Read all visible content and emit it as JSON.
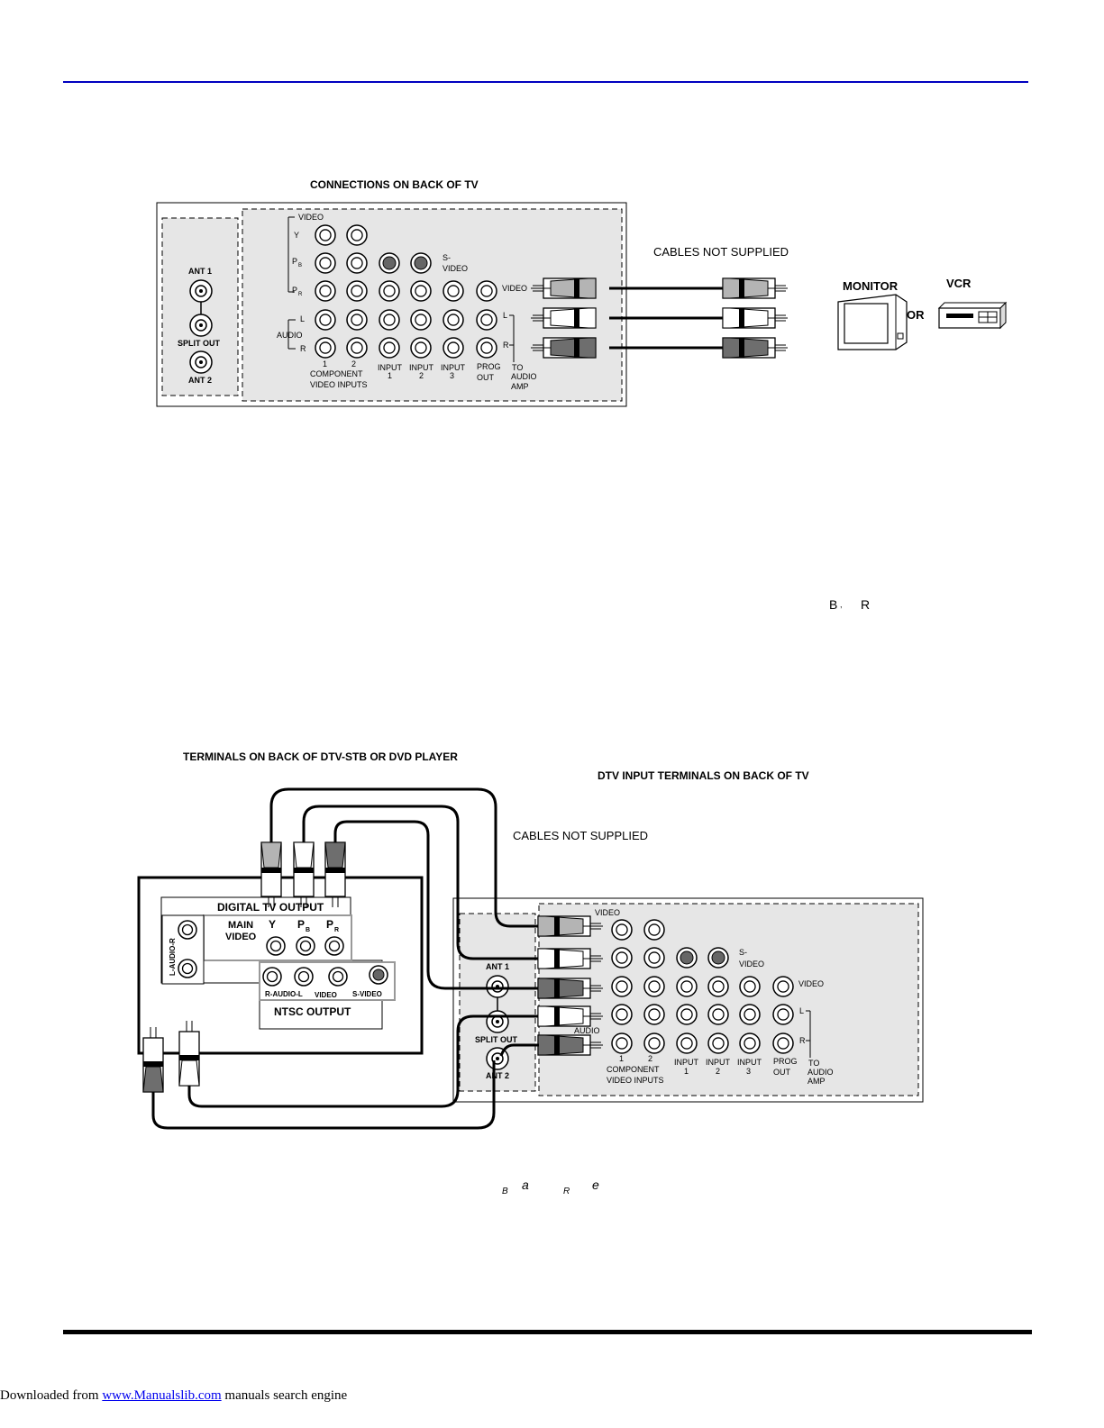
{
  "figure1": {
    "title": "CONNECTIONS ON BACK OF TV",
    "cables_note": "CABLES NOT SUPPLIED",
    "monitor": "MONITOR",
    "or": "OR",
    "vcr": "VCR",
    "tv_panel": {
      "ant1": "ANT 1",
      "split_out": "SPLIT OUT",
      "ant2": "ANT 2",
      "video": "VIDEO",
      "y": "Y",
      "pb": "P",
      "pb_sub": "B",
      "pr": "P",
      "pr_sub": "R",
      "l": "L",
      "audio": "AUDIO",
      "r": "R",
      "svideo_1": "S-",
      "svideo_2": "VIDEO",
      "video_right": "VIDEO",
      "l_right": "L",
      "r_right": "R",
      "col1": "1",
      "col2": "2",
      "component": "COMPONENT",
      "video_inputs": "VIDEO INPUTS",
      "input": "INPUT",
      "in1": "1",
      "in2": "2",
      "in3": "3",
      "prog": "PROG",
      "out": "OUT",
      "to": "TO",
      "audio_amp1": "AUDIO",
      "audio_amp2": "AMP"
    }
  },
  "mid_text": {
    "b": "B",
    "comma": ",",
    "r": "R"
  },
  "figure2": {
    "stb_title": "TERMINALS ON BACK OF DTV-STB OR DVD PLAYER",
    "tv_title": "DTV INPUT TERMINALS ON BACK OF TV",
    "cables_note": "CABLES NOT SUPPLIED",
    "stb": {
      "digital_tv_output": "DIGITAL TV OUTPUT",
      "main": "MAIN",
      "video": "VIDEO",
      "y": "Y",
      "pb": "P",
      "pb_sub": "B",
      "pr": "P",
      "pr_sub": "R",
      "l_audio_r": "L-AUDIO-R",
      "r_audio_l": "R-AUDIO-L",
      "video2": "VIDEO",
      "s_video": "S-VIDEO",
      "ntsc_output": "NTSC  OUTPUT"
    },
    "tv_panel": {
      "video": "VIDEO",
      "ant1": "ANT 1",
      "split_out": "SPLIT OUT",
      "ant2": "ANT 2",
      "svideo_1": "S-",
      "svideo_2": "VIDEO",
      "video_right": "VIDEO",
      "l_right": "L",
      "r_right": "R",
      "audio": "AUDIO",
      "col1": "1",
      "col2": "2",
      "component": "COMPONENT",
      "video_inputs": "VIDEO INPUTS",
      "input": "INPUT",
      "in1": "1",
      "in2": "2",
      "in3": "3",
      "prog": "PROG",
      "out": "OUT",
      "to": "TO",
      "audio_amp1": "AUDIO",
      "audio_amp2": "AMP"
    }
  },
  "caption2": {
    "b": "B",
    "a": "a",
    "r": "R",
    "e": "e"
  },
  "footer": {
    "prefix": "Downloaded from ",
    "link": "www.Manualslib.com",
    "suffix": "  manuals search engine"
  },
  "colors": {
    "header_rule": "#0000c0",
    "panel_fill": "#e6e6e6",
    "cable_light": "#b4b4b4",
    "cable_dark": "#6e6e6e"
  }
}
